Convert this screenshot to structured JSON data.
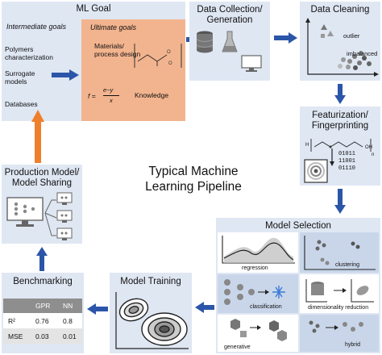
{
  "center": {
    "line1": "Typical Machine",
    "line2": "Learning Pipeline"
  },
  "ml_goal": {
    "title": "ML Goal",
    "intermediate_label": "Intermediate goals",
    "ultimate_label": "Ultimate goals",
    "intermediate_items": [
      "Polymers characterization",
      "Surrogate models",
      "Databases"
    ],
    "ultimate_items": {
      "materials": "Materials/ process design",
      "knowledge": "Knowledge"
    },
    "formula": {
      "lhs": "f =",
      "num": "e−y",
      "den": "x"
    }
  },
  "data_collection": {
    "title_line1": "Data Collection/",
    "title_line2": "Generation"
  },
  "data_cleaning": {
    "title": "Data Cleaning",
    "outlier": "outlier",
    "imbalanced": "imbalanced"
  },
  "featurization": {
    "title_line1": "Featurization/",
    "title_line2": "Fingerprinting",
    "bits": [
      "01011",
      "11001",
      "01110"
    ],
    "chem_h": "H",
    "chem_oh": "OH",
    "chem_n": "n"
  },
  "model_selection": {
    "title": "Model Selection",
    "panels": [
      "regression",
      "clustering",
      "classification",
      "dimensionality reduction",
      "generative",
      "hybrid"
    ]
  },
  "model_training": {
    "title": "Model Training"
  },
  "benchmarking": {
    "title": "Benchmarking",
    "table": {
      "headers": [
        "",
        "GPR",
        "NN"
      ],
      "rows": [
        [
          "R²",
          "0.76",
          "0.8"
        ],
        [
          "MSE",
          "0.03",
          "0.01"
        ]
      ]
    }
  },
  "production": {
    "title_line1": "Production Model/",
    "title_line2": "Model Sharing"
  },
  "colors": {
    "box": "#dfe7f3",
    "ultimate": "#f2b48e",
    "arrow": "#2b55a8",
    "orange_arrow": "#f07f2b"
  },
  "icons": [
    "database-icon",
    "flask-icon",
    "monitor-icon",
    "neural-network-icon"
  ]
}
